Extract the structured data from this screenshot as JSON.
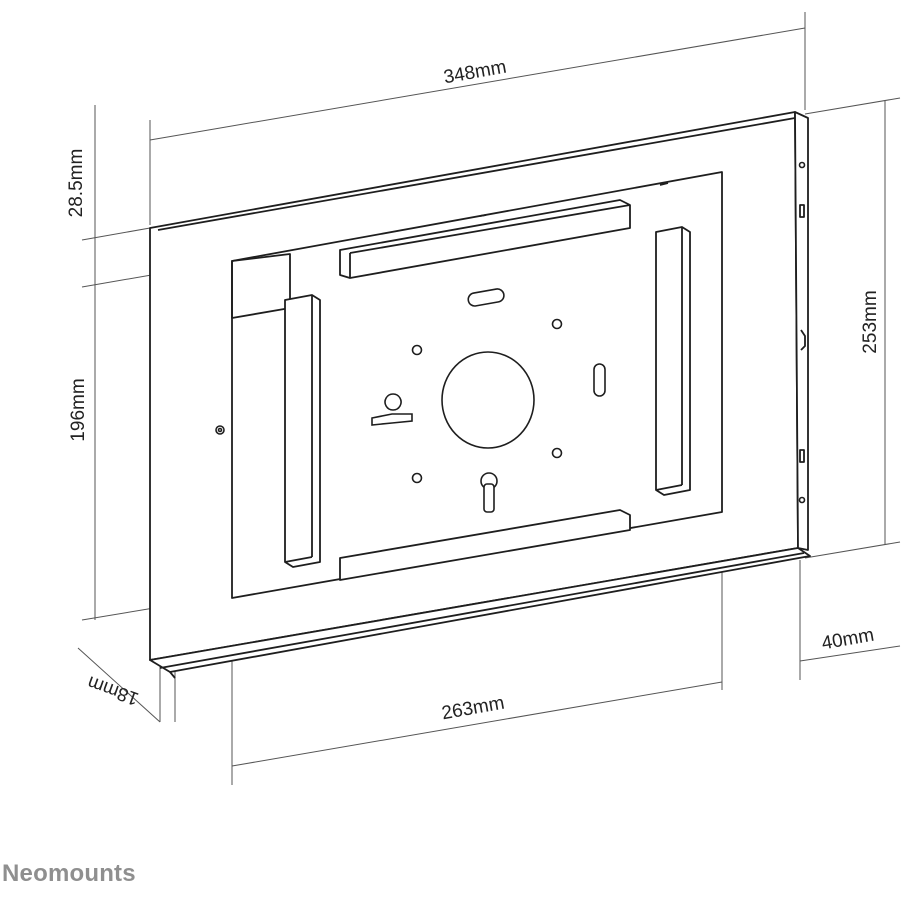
{
  "dimensions": {
    "width_top": "348mm",
    "top_margin": "28.5mm",
    "inner_height": "196mm",
    "total_height": "253mm",
    "depth": "40mm",
    "bottom_width": "263mm",
    "lip": "18mm"
  },
  "brand": "Neomounts",
  "colors": {
    "line": "#1e1e1e",
    "dimension_line": "#555555",
    "brand": "#8f8f8f"
  }
}
